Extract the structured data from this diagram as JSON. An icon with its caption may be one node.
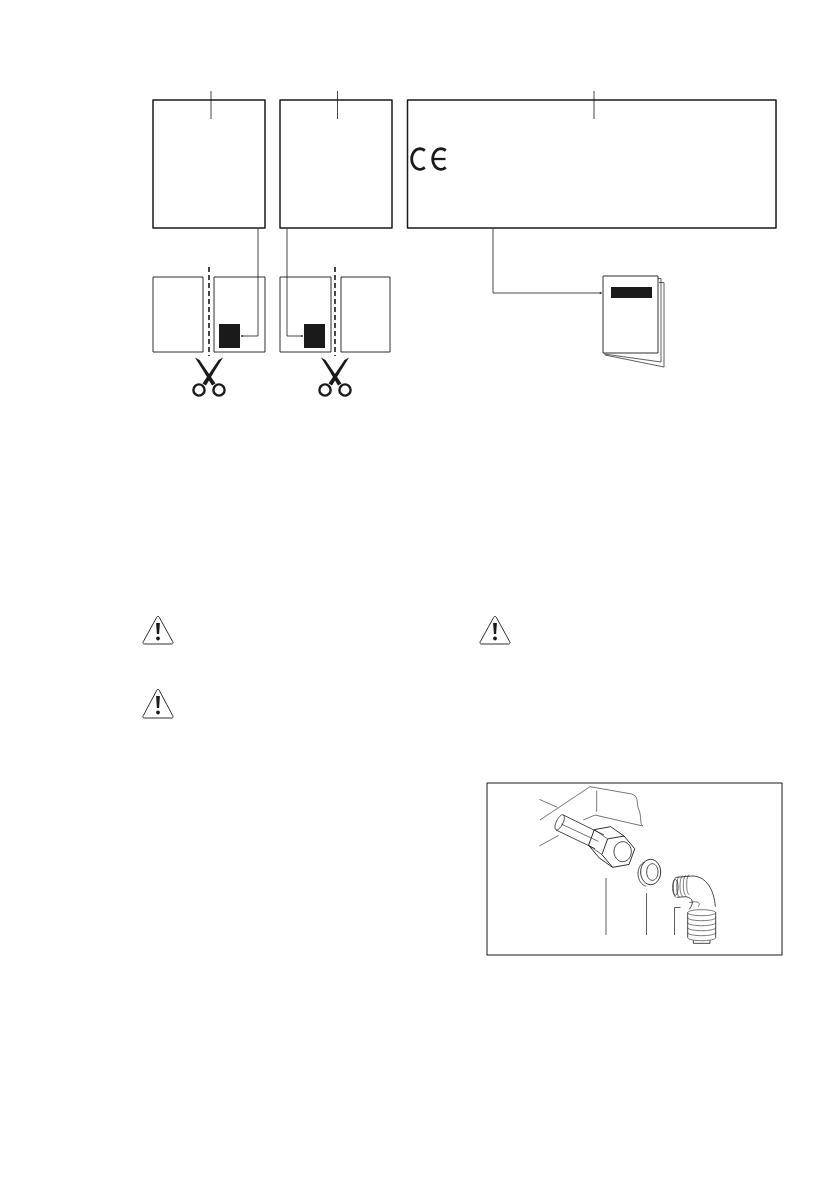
{
  "diagram": {
    "nodes": [
      {
        "text": [],
        "shape": "box"
      },
      {
        "text": [],
        "shape": "box"
      },
      {
        "text": [],
        "shape": "box"
      },
      {
        "text": [],
        "shape": "box"
      },
      {
        "text": [],
        "shape": "box"
      },
      {
        "text": [],
        "shape": "picture"
      }
    ],
    "edges": [
      {
        "from": 0,
        "to": 3,
        "arrow": "to"
      },
      {
        "from": 1,
        "to": 4,
        "arrow": "to"
      },
      {
        "from": 2,
        "to": 5,
        "arrow": "to"
      },
      {
        "from": 0,
        "to": null,
        "arrow": "none"
      },
      {
        "from": 1,
        "to": null,
        "arrow": "none"
      },
      {
        "from": 2,
        "to": null,
        "arrow": "none"
      }
    ]
  }
}
